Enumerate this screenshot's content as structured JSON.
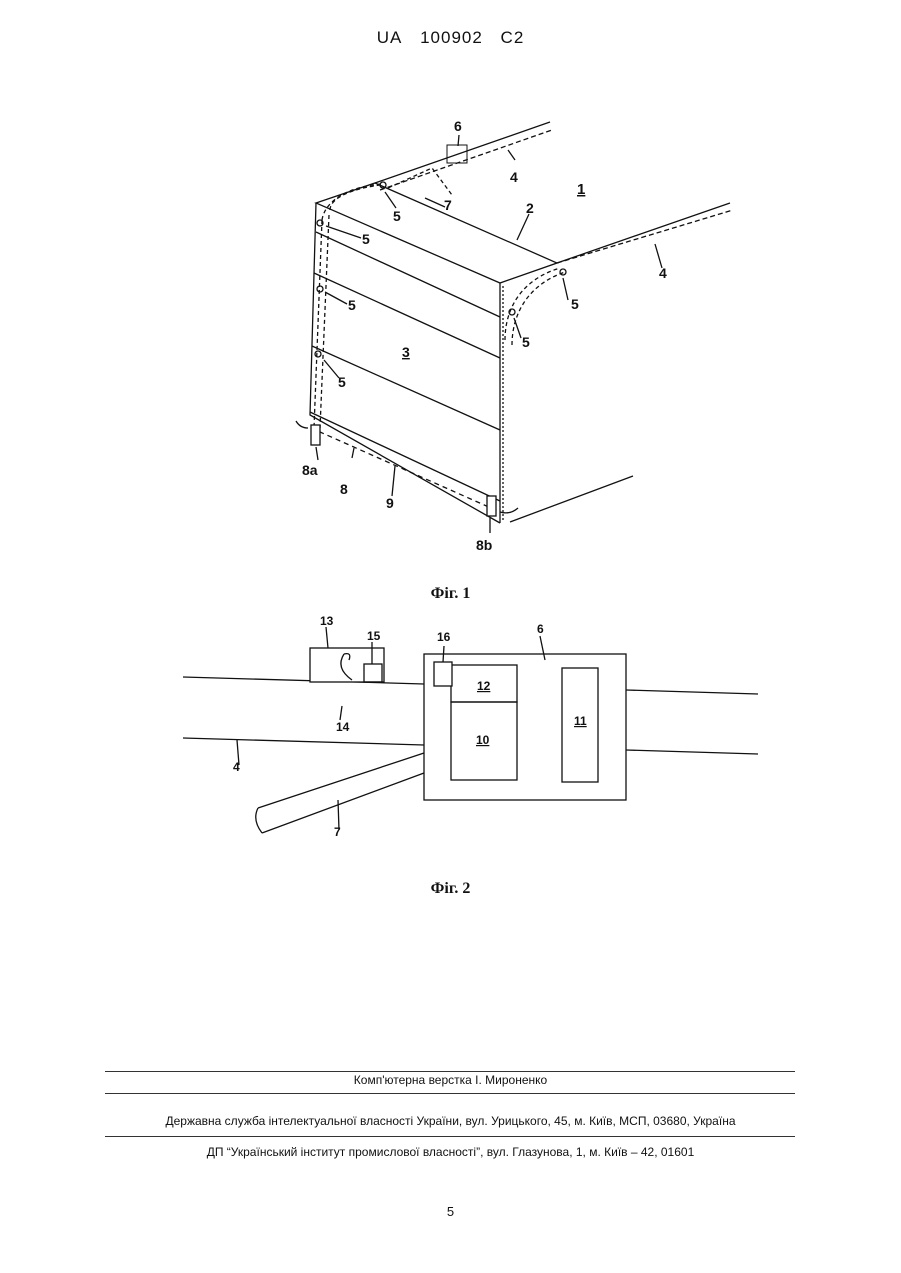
{
  "header": {
    "country": "UA",
    "number": "100902",
    "kind": "C2"
  },
  "fig1": {
    "caption": "Фіг. 1",
    "labels": {
      "l1": "1",
      "l2": "2",
      "l3": "3",
      "l4a": "4",
      "l4b": "4",
      "l5a": "5",
      "l5b": "5",
      "l5c": "5",
      "l5d": "5",
      "l5e": "5",
      "l5f": "5",
      "l6": "6",
      "l7": "7",
      "l8": "8",
      "l8a": "8a",
      "l8b": "8b",
      "l9": "9"
    }
  },
  "fig2": {
    "caption": "Фіг. 2",
    "labels": {
      "l4": "4",
      "l6": "6",
      "l7": "7",
      "l10": "10",
      "l11": "11",
      "l12": "12",
      "l13": "13",
      "l14": "14",
      "l15": "15",
      "l16": "16"
    }
  },
  "footer": {
    "layout": "Комп'ютерна верстка І. Мироненко",
    "service": "Державна служба інтелектуальної власності України, вул. Урицького, 45, м. Київ, МСП, 03680, Україна",
    "institute": "ДП “Український інститут промислової власності”, вул. Глазунова, 1, м. Київ – 42, 01601"
  },
  "page_number": "5"
}
